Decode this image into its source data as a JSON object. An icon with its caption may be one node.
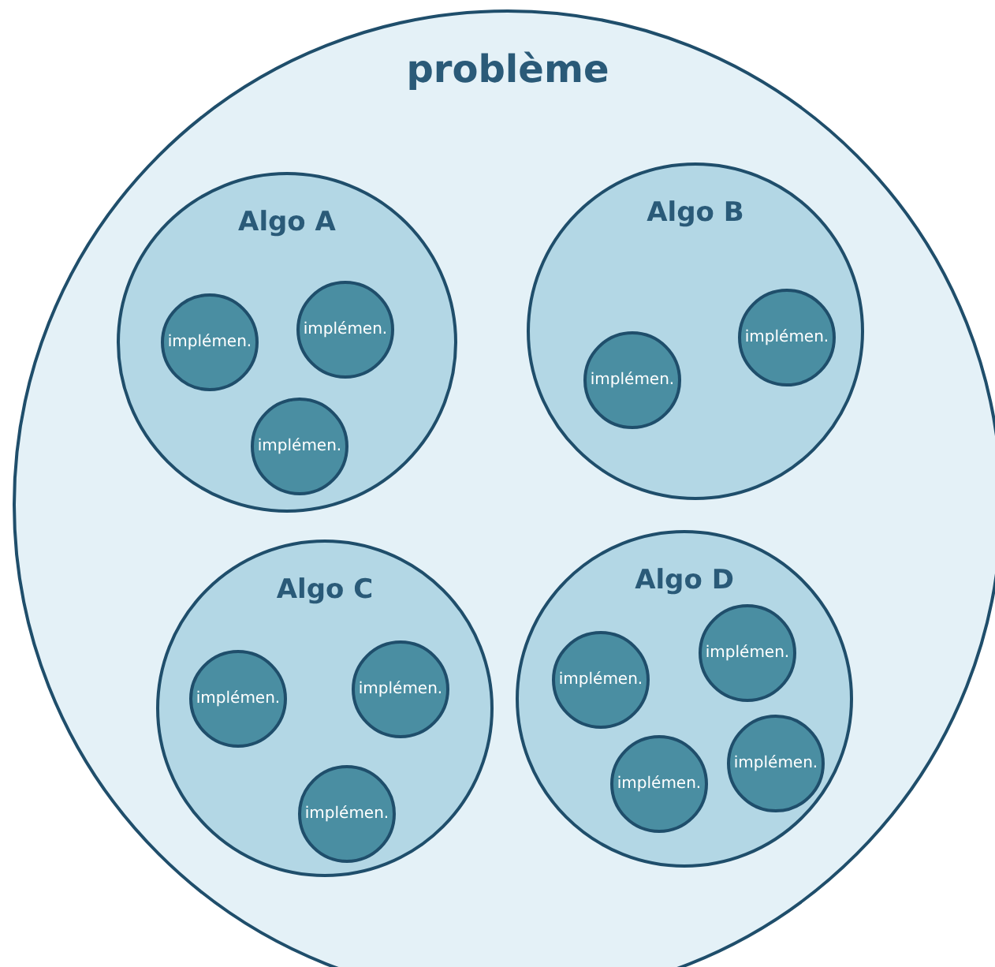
{
  "diagram": {
    "nodes": [
      {
        "text": [
          "problème"
        ]
      },
      {
        "text": [
          "Algo A"
        ],
        "in": 0
      },
      {
        "text": [
          "implémen."
        ],
        "in": 1
      },
      {
        "text": [
          "implémen."
        ],
        "in": 1
      },
      {
        "text": [
          "implémen."
        ],
        "in": 1
      },
      {
        "text": [
          "Algo B"
        ],
        "in": 0
      },
      {
        "text": [
          "implémen."
        ],
        "in": 5
      },
      {
        "text": [
          "implémen."
        ],
        "in": 5
      },
      {
        "text": [
          "Algo C"
        ],
        "in": 0
      },
      {
        "text": [
          "implémen."
        ],
        "in": 8
      },
      {
        "text": [
          "implémen."
        ],
        "in": 8
      },
      {
        "text": [
          "implémen."
        ],
        "in": 8
      },
      {
        "text": [
          "Algo D"
        ],
        "in": 0
      },
      {
        "text": [
          "implémen."
        ],
        "in": 12
      },
      {
        "text": [
          "implémen."
        ],
        "in": 12
      },
      {
        "text": [
          "implémen."
        ],
        "in": 12
      },
      {
        "text": [
          "implémen."
        ],
        "in": 12
      }
    ]
  }
}
